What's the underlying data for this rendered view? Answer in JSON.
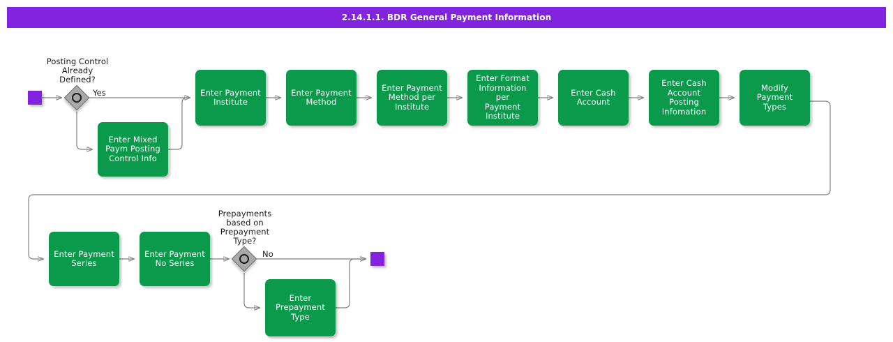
{
  "header": {
    "title": "2.14.1.1. BDR General Payment Information",
    "bar_color": "#8223E0",
    "title_color": "#ffffff"
  },
  "theme": {
    "task_fill": "#0B9A4C",
    "task_text": "#ffffff",
    "terminator_fill": "#8223E0",
    "gateway_fill": "#A8A8A8",
    "gateway_ring": "#1a1a1a",
    "connector_stroke": "#808080",
    "canvas_background": "#ffffff"
  },
  "diagram": {
    "type": "flowchart",
    "terminators": [
      {
        "id": "start",
        "name": "start-terminator"
      },
      {
        "id": "end",
        "name": "end-terminator"
      }
    ],
    "gateways": [
      {
        "id": "gw-posting-control",
        "label": "Posting Control\nAlready\nDefined?",
        "branches": [
          {
            "label": "Yes",
            "target": "enter-payment-institute"
          },
          {
            "label": "",
            "target": "enter-mixed-paym-posting-control-info"
          }
        ]
      },
      {
        "id": "gw-prepayments",
        "label": "Prepayments\nbased on\nPrepayment\nType?",
        "branches": [
          {
            "label": "No",
            "target": "end"
          },
          {
            "label": "",
            "target": "enter-prepayment-type"
          }
        ]
      }
    ],
    "tasks": [
      {
        "id": "enter-mixed-paym-posting-control-info",
        "label": "Enter Mixed\nPaym Posting\nControl Info"
      },
      {
        "id": "enter-payment-institute",
        "label": "Enter Payment\nInstitute"
      },
      {
        "id": "enter-payment-method",
        "label": "Enter Payment\nMethod"
      },
      {
        "id": "enter-payment-method-per-institute",
        "label": "Enter Payment\nMethod per\nInstitute"
      },
      {
        "id": "enter-format-information-per-payment-institute",
        "label": "Enter Format\nInformation per\nPayment\nInstitute"
      },
      {
        "id": "enter-cash-account",
        "label": "Enter Cash\nAccount"
      },
      {
        "id": "enter-cash-account-posting-infomation",
        "label": "Enter Cash\nAccount Posting\nInfomation"
      },
      {
        "id": "modify-payment-types",
        "label": "Modify Payment\nTypes"
      },
      {
        "id": "enter-payment-series",
        "label": "Enter Payment\nSeries"
      },
      {
        "id": "enter-payment-no-series",
        "label": "Enter Payment\nNo Series"
      },
      {
        "id": "enter-prepayment-type",
        "label": "Enter\nPrepayment\nType"
      }
    ],
    "edge_labels": {
      "yes": "Yes",
      "no": "No"
    }
  }
}
